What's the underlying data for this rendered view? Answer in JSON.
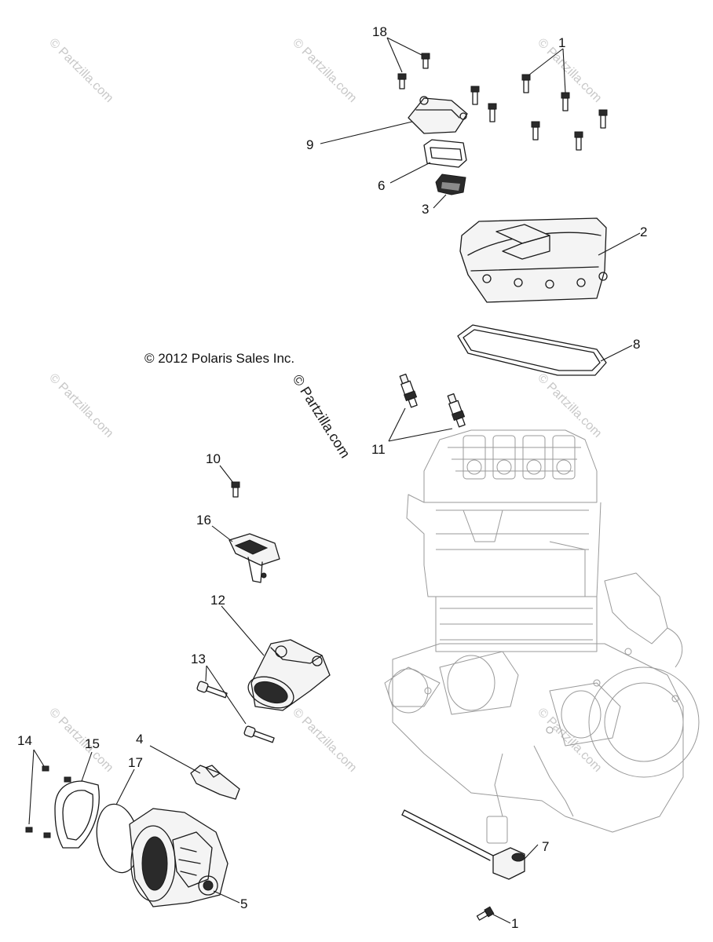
{
  "copyright": "© 2012 Polaris Sales Inc.",
  "watermark_text": "© Partzilla.com",
  "watermark_text_dark": "© Partzilla.com",
  "callouts": [
    {
      "id": "c18",
      "label": "18"
    },
    {
      "id": "c1a",
      "label": "1"
    },
    {
      "id": "c9",
      "label": "9"
    },
    {
      "id": "c6",
      "label": "6"
    },
    {
      "id": "c3",
      "label": "3"
    },
    {
      "id": "c2",
      "label": "2"
    },
    {
      "id": "c8",
      "label": "8"
    },
    {
      "id": "c11",
      "label": "11"
    },
    {
      "id": "c10",
      "label": "10"
    },
    {
      "id": "c16",
      "label": "16"
    },
    {
      "id": "c12",
      "label": "12"
    },
    {
      "id": "c13",
      "label": "13"
    },
    {
      "id": "c14",
      "label": "14"
    },
    {
      "id": "c15",
      "label": "15"
    },
    {
      "id": "c4",
      "label": "4"
    },
    {
      "id": "c17",
      "label": "17"
    },
    {
      "id": "c5",
      "label": "5"
    },
    {
      "id": "c7",
      "label": "7"
    },
    {
      "id": "c1b",
      "label": "1"
    }
  ]
}
